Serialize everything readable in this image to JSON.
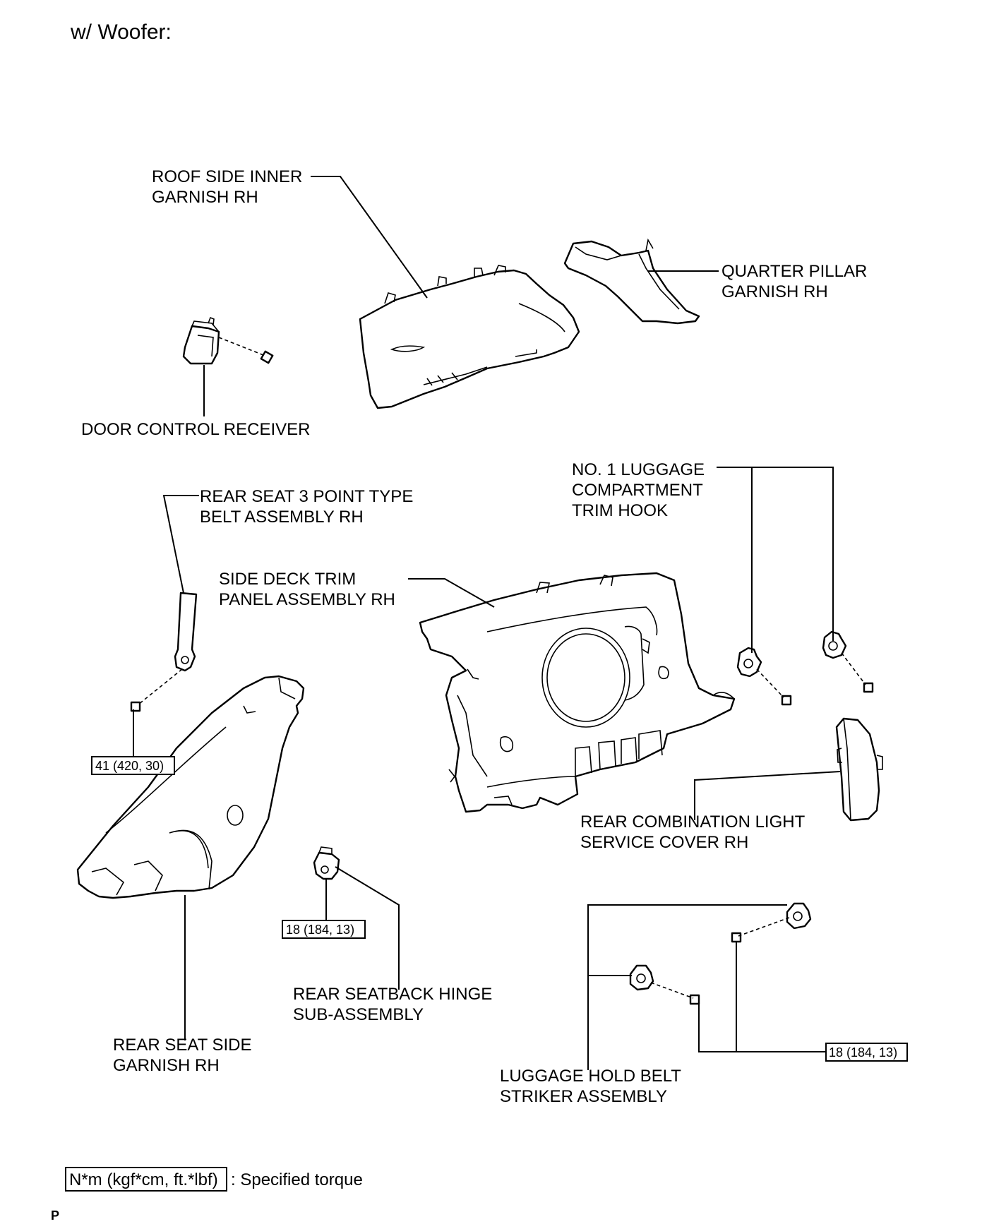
{
  "diagram": {
    "header": "w/ Woofer:",
    "labels": {
      "roof_side": [
        "ROOF SIDE INNER",
        "GARNISH RH"
      ],
      "quarter_pillar": [
        "QUARTER PILLAR",
        "GARNISH RH"
      ],
      "door_control": [
        "DOOR CONTROL RECEIVER"
      ],
      "luggage_hook": [
        "NO. 1 LUGGAGE",
        "COMPARTMENT",
        "TRIM HOOK"
      ],
      "seat_belt": [
        "REAR SEAT 3 POINT TYPE",
        "BELT ASSEMBLY RH"
      ],
      "side_deck": [
        "SIDE DECK TRIM",
        "PANEL ASSEMBLY RH"
      ],
      "combination_light": [
        "REAR COMBINATION LIGHT",
        "SERVICE COVER RH"
      ],
      "seatback_hinge": [
        "REAR SEATBACK HINGE",
        "SUB-ASSEMBLY"
      ],
      "seat_side": [
        "REAR SEAT SIDE",
        "GARNISH RH"
      ],
      "striker": [
        "LUGGAGE HOLD BELT",
        "STRIKER ASSEMBLY"
      ]
    },
    "torques": {
      "belt": "41 (420, 30)",
      "hinge": "18 (184, 13)",
      "striker": "18 (184, 13)"
    },
    "legend": {
      "box": "N*m (kgf*cm, ft.*lbf)",
      "text": ": Specified torque"
    },
    "footer": "P"
  }
}
